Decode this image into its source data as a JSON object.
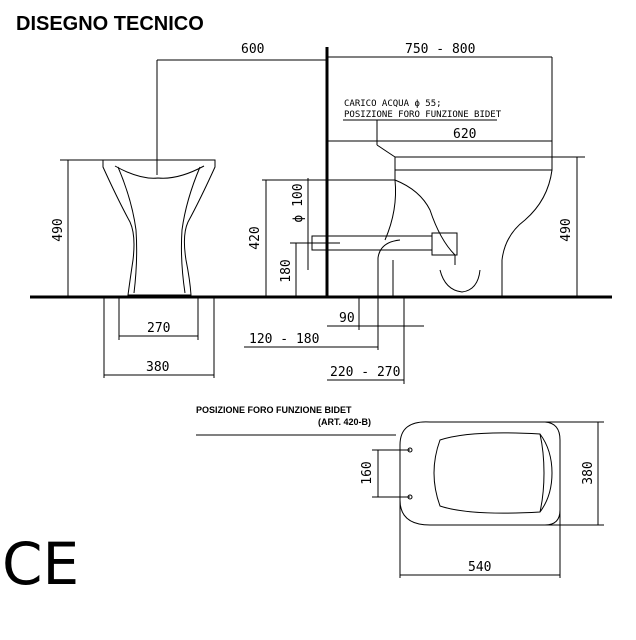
{
  "title": "DISEGNO TECNICO",
  "dimensions": {
    "d600": "600",
    "d750_800": "750 - 800",
    "d620": "620",
    "d490_left": "490",
    "d490_right": "490",
    "d420": "420",
    "d100": "ϕ 100",
    "d180": "180",
    "d270": "270",
    "d380_front": "380",
    "d90": "90",
    "d120_180": "120 - 180",
    "d220_270": "220 - 270",
    "d160": "160",
    "d380_top": "380",
    "d540": "540"
  },
  "notes": {
    "carico_acqua": "CARICO ACQUA ϕ 55;",
    "posizione_foro_side": "POSIZIONE FORO FUNZIONE BIDET",
    "posizione_foro_top": "POSIZIONE FORO FUNZIONE BIDET",
    "art": "(ART. 420-B)"
  },
  "mark": "CE"
}
